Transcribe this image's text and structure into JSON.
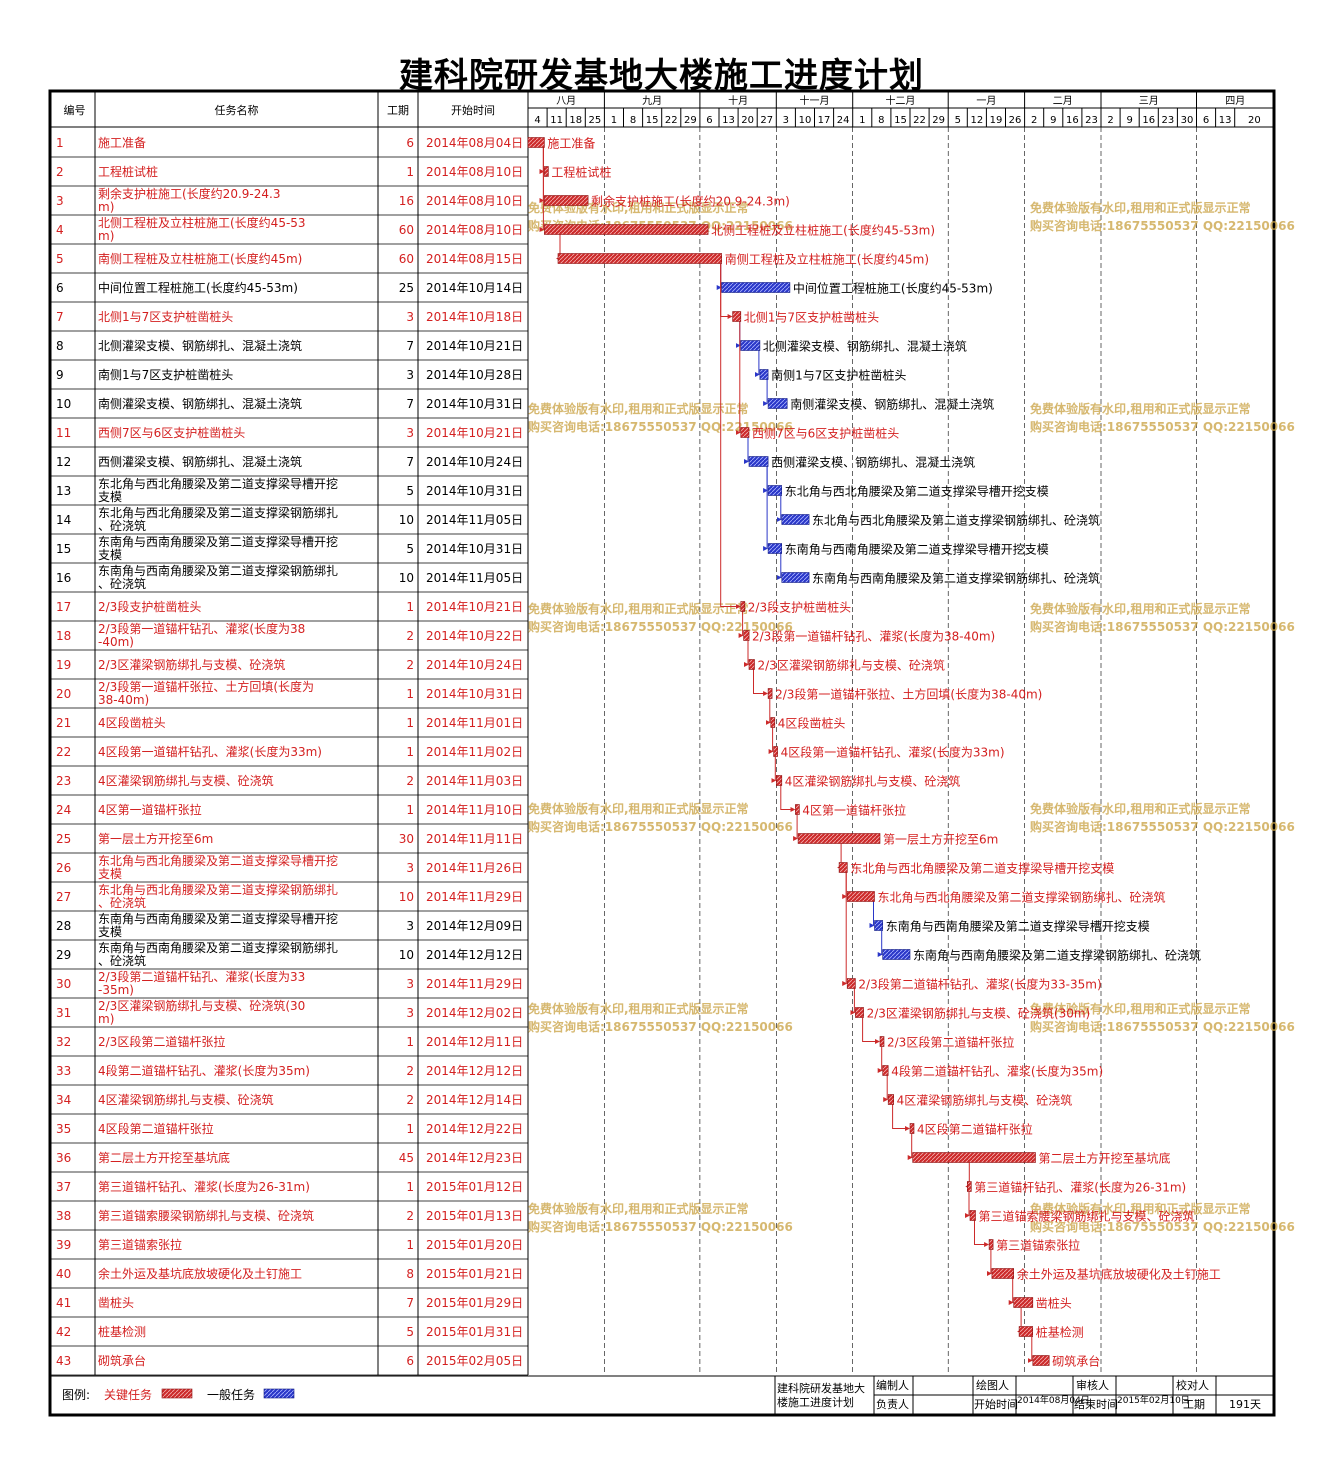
{
  "title": "建科院研发基地大楼施工进度计划",
  "columns": {
    "id": "编号",
    "name": "任务名称",
    "duration": "工期",
    "start": "开始时间"
  },
  "timescale": {
    "months": [
      "八月",
      "九月",
      "十月",
      "十一月",
      "十二月",
      "一月",
      "二月",
      "三月",
      "四月"
    ],
    "ticks": [
      "4",
      "11",
      "18",
      "25",
      "1",
      "8",
      "15",
      "22",
      "29",
      "6",
      "13",
      "20",
      "27",
      "3",
      "10",
      "17",
      "24",
      "1",
      "8",
      "15",
      "22",
      "29",
      "5",
      "12",
      "19",
      "26",
      "2",
      "9",
      "16",
      "23",
      "2",
      "9",
      "16",
      "23",
      "30",
      "6",
      "13",
      "20"
    ]
  },
  "legend": {
    "label": "图例:",
    "critical": "关键任务",
    "normal": "一般任务"
  },
  "footer": {
    "project_title": "建科院研发基地大楼施工进度计划",
    "editor_label": "编制人",
    "drawer_label": "绘图人",
    "reviewer_label": "审核人",
    "checker_label": "校对人",
    "owner_label": "负责人",
    "start_label": "开始时间",
    "start_value": "2014年08月04日",
    "end_label": "结束时间",
    "end_value": "2015年02月10日",
    "duration_label": "工期",
    "duration_value": "191天"
  },
  "watermark": {
    "line1": "免费体验版有水印,租用和正式版显示正常",
    "line2": "购买咨询电话:18675550537 QQ:22150066"
  },
  "colors": {
    "critical": "#cc2a2a",
    "normal": "#2a37c8",
    "critical_text": "#d42020",
    "watermark": "#c8a040",
    "grid": "#000000"
  },
  "chart_data": {
    "type": "gantt",
    "x_range": [
      "2014-08-04",
      "2015-04-26"
    ],
    "tasks": [
      {
        "id": "1",
        "name": "施工准备",
        "duration": "6",
        "start": "2014年08月04日",
        "start_date": "2014-08-04",
        "days": 6,
        "critical": true,
        "pred": null
      },
      {
        "id": "2",
        "name": "工程桩试桩",
        "duration": "1",
        "start": "2014年08月10日",
        "start_date": "2014-08-10",
        "days": 1,
        "critical": true,
        "pred": 1
      },
      {
        "id": "3",
        "name": "剩余支护桩施工(长度约20.9-24.3m)",
        "duration": "16",
        "start": "2014年08月10日",
        "start_date": "2014-08-10",
        "days": 16,
        "critical": true,
        "pred": 1
      },
      {
        "id": "4",
        "name": "北侧工程桩及立柱桩施工(长度约45-53m)",
        "duration": "60",
        "start": "2014年08月10日",
        "start_date": "2014-08-10",
        "days": 60,
        "critical": true,
        "pred": 1
      },
      {
        "id": "5",
        "name": "南侧工程桩及立柱桩施工(长度约45m)",
        "duration": "60",
        "start": "2014年08月15日",
        "start_date": "2014-08-15",
        "days": 60,
        "critical": true,
        "pred": 4
      },
      {
        "id": "6",
        "name": "中间位置工程桩施工(长度约45-53m)",
        "duration": "25",
        "start": "2014年10月14日",
        "start_date": "2014-10-14",
        "days": 25,
        "critical": false,
        "pred": 5
      },
      {
        "id": "7",
        "name": "北侧1与7区支护桩凿桩头",
        "duration": "3",
        "start": "2014年10月18日",
        "start_date": "2014-10-18",
        "days": 3,
        "critical": true,
        "pred": 5
      },
      {
        "id": "8",
        "name": "北侧灌梁支模、钢筋绑扎、混凝土浇筑",
        "duration": "7",
        "start": "2014年10月21日",
        "start_date": "2014-10-21",
        "days": 7,
        "critical": false,
        "pred": 7
      },
      {
        "id": "9",
        "name": "南侧1与7区支护桩凿桩头",
        "duration": "3",
        "start": "2014年10月28日",
        "start_date": "2014-10-28",
        "days": 3,
        "critical": false,
        "pred": 8
      },
      {
        "id": "10",
        "name": "南侧灌梁支模、钢筋绑扎、混凝土浇筑",
        "duration": "7",
        "start": "2014年10月31日",
        "start_date": "2014-10-31",
        "days": 7,
        "critical": false,
        "pred": 9
      },
      {
        "id": "11",
        "name": "西侧7区与6区支护桩凿桩头",
        "duration": "3",
        "start": "2014年10月21日",
        "start_date": "2014-10-21",
        "days": 3,
        "critical": true,
        "pred": 7
      },
      {
        "id": "12",
        "name": "西侧灌梁支模、钢筋绑扎、混凝土浇筑",
        "duration": "7",
        "start": "2014年10月24日",
        "start_date": "2014-10-24",
        "days": 7,
        "critical": false,
        "pred": 11
      },
      {
        "id": "13",
        "name": "东北角与西北角腰梁及第二道支撑梁导槽开挖支模",
        "duration": "5",
        "start": "2014年10月31日",
        "start_date": "2014-10-31",
        "days": 5,
        "critical": false,
        "pred": 12
      },
      {
        "id": "14",
        "name": "东北角与西北角腰梁及第二道支撑梁钢筋绑扎、砼浇筑",
        "duration": "10",
        "start": "2014年11月05日",
        "start_date": "2014-11-05",
        "days": 10,
        "critical": false,
        "pred": 13
      },
      {
        "id": "15",
        "name": "东南角与西南角腰梁及第二道支撑梁导槽开挖支模",
        "duration": "5",
        "start": "2014年10月31日",
        "start_date": "2014-10-31",
        "days": 5,
        "critical": false,
        "pred": 12
      },
      {
        "id": "16",
        "name": "东南角与西南角腰梁及第二道支撑梁钢筋绑扎、砼浇筑",
        "duration": "10",
        "start": "2014年11月05日",
        "start_date": "2014-11-05",
        "days": 10,
        "critical": false,
        "pred": 15
      },
      {
        "id": "17",
        "name": "2/3段支护桩凿桩头",
        "duration": "1",
        "start": "2014年10月21日",
        "start_date": "2014-10-21",
        "days": 1,
        "critical": true,
        "pred": 5
      },
      {
        "id": "18",
        "name": "2/3段第一道锚杆钻孔、灌浆(长度为38-40m)",
        "duration": "2",
        "start": "2014年10月22日",
        "start_date": "2014-10-22",
        "days": 2,
        "critical": true,
        "pred": 17
      },
      {
        "id": "19",
        "name": "2/3区灌梁钢筋绑扎与支模、砼浇筑",
        "duration": "2",
        "start": "2014年10月24日",
        "start_date": "2014-10-24",
        "days": 2,
        "critical": true,
        "pred": 18
      },
      {
        "id": "20",
        "name": "2/3段第一道锚杆张拉、土方回填(长度为38-40m)",
        "duration": "1",
        "start": "2014年10月31日",
        "start_date": "2014-10-31",
        "days": 1,
        "critical": true,
        "pred": 19
      },
      {
        "id": "21",
        "name": "4区段凿桩头",
        "duration": "1",
        "start": "2014年11月01日",
        "start_date": "2014-11-01",
        "days": 1,
        "critical": true,
        "pred": 20
      },
      {
        "id": "22",
        "name": "4区段第一道锚杆钻孔、灌浆(长度为33m)",
        "duration": "1",
        "start": "2014年11月02日",
        "start_date": "2014-11-02",
        "days": 1,
        "critical": true,
        "pred": 21
      },
      {
        "id": "23",
        "name": "4区灌梁钢筋绑扎与支模、砼浇筑",
        "duration": "2",
        "start": "2014年11月03日",
        "start_date": "2014-11-03",
        "days": 2,
        "critical": true,
        "pred": 22
      },
      {
        "id": "24",
        "name": "4区第一道锚杆张拉",
        "duration": "1",
        "start": "2014年11月10日",
        "start_date": "2014-11-10",
        "days": 1,
        "critical": true,
        "pred": 23
      },
      {
        "id": "25",
        "name": "第一层土方开挖至6m",
        "duration": "30",
        "start": "2014年11月11日",
        "start_date": "2014-11-11",
        "days": 30,
        "critical": true,
        "pred": 24
      },
      {
        "id": "26",
        "name": "东北角与西北角腰梁及第二道支撑梁导槽开挖支模",
        "duration": "3",
        "start": "2014年11月26日",
        "start_date": "2014-11-26",
        "days": 3,
        "critical": true,
        "pred": 25
      },
      {
        "id": "27",
        "name": "东北角与西北角腰梁及第二道支撑梁钢筋绑扎、砼浇筑",
        "duration": "10",
        "start": "2014年11月29日",
        "start_date": "2014-11-29",
        "days": 10,
        "critical": true,
        "pred": 26
      },
      {
        "id": "28",
        "name": "东南角与西南角腰梁及第二道支撑梁导槽开挖支模",
        "duration": "3",
        "start": "2014年12月09日",
        "start_date": "2014-12-09",
        "days": 3,
        "critical": false,
        "pred": 27
      },
      {
        "id": "29",
        "name": "东南角与西南角腰梁及第二道支撑梁钢筋绑扎、砼浇筑",
        "duration": "10",
        "start": "2014年12月12日",
        "start_date": "2014-12-12",
        "days": 10,
        "critical": false,
        "pred": 28
      },
      {
        "id": "30",
        "name": "2/3段第二道锚杆钻孔、灌浆(长度为33-35m)",
        "duration": "3",
        "start": "2014年11月29日",
        "start_date": "2014-11-29",
        "days": 3,
        "critical": true,
        "pred": 26
      },
      {
        "id": "31",
        "name": "2/3区灌梁钢筋绑扎与支模、砼浇筑(30m)",
        "duration": "3",
        "start": "2014年12月02日",
        "start_date": "2014-12-02",
        "days": 3,
        "critical": true,
        "pred": 30
      },
      {
        "id": "32",
        "name": "2/3区段第二道锚杆张拉",
        "duration": "1",
        "start": "2014年12月11日",
        "start_date": "2014-12-11",
        "days": 1,
        "critical": true,
        "pred": 31
      },
      {
        "id": "33",
        "name": "4段第二道锚杆钻孔、灌浆(长度为35m)",
        "duration": "2",
        "start": "2014年12月12日",
        "start_date": "2014-12-12",
        "days": 2,
        "critical": true,
        "pred": 32
      },
      {
        "id": "34",
        "name": "4区灌梁钢筋绑扎与支模、砼浇筑",
        "duration": "2",
        "start": "2014年12月14日",
        "start_date": "2014-12-14",
        "days": 2,
        "critical": true,
        "pred": 33
      },
      {
        "id": "35",
        "name": "4区段第二道锚杆张拉",
        "duration": "1",
        "start": "2014年12月22日",
        "start_date": "2014-12-22",
        "days": 1,
        "critical": true,
        "pred": 34
      },
      {
        "id": "36",
        "name": "第二层土方开挖至基坑底",
        "duration": "45",
        "start": "2014年12月23日",
        "start_date": "2014-12-23",
        "days": 45,
        "critical": true,
        "pred": 35
      },
      {
        "id": "37",
        "name": "第三道锚杆钻孔、灌浆(长度为26-31m)",
        "duration": "1",
        "start": "2015年01月12日",
        "start_date": "2015-01-12",
        "days": 1,
        "critical": true,
        "pred": 36
      },
      {
        "id": "38",
        "name": "第三道锚索腰梁钢筋绑扎与支模、砼浇筑",
        "duration": "2",
        "start": "2015年01月13日",
        "start_date": "2015-01-13",
        "days": 2,
        "critical": true,
        "pred": 37
      },
      {
        "id": "39",
        "name": "第三道锚索张拉",
        "duration": "1",
        "start": "2015年01月20日",
        "start_date": "2015-01-20",
        "days": 1,
        "critical": true,
        "pred": 38
      },
      {
        "id": "40",
        "name": "余土外运及基坑底放坡硬化及土钉施工",
        "duration": "8",
        "start": "2015年01月21日",
        "start_date": "2015-01-21",
        "days": 8,
        "critical": true,
        "pred": 39
      },
      {
        "id": "41",
        "name": "凿桩头",
        "duration": "7",
        "start": "2015年01月29日",
        "start_date": "2015-01-29",
        "days": 7,
        "critical": true,
        "pred": 40
      },
      {
        "id": "42",
        "name": "桩基检测",
        "duration": "5",
        "start": "2015年01月31日",
        "start_date": "2015-01-31",
        "days": 5,
        "critical": true,
        "pred": 41
      },
      {
        "id": "43",
        "name": "砌筑承台",
        "duration": "6",
        "start": "2015年02月05日",
        "start_date": "2015-02-05",
        "days": 6,
        "critical": true,
        "pred": 42
      }
    ]
  }
}
